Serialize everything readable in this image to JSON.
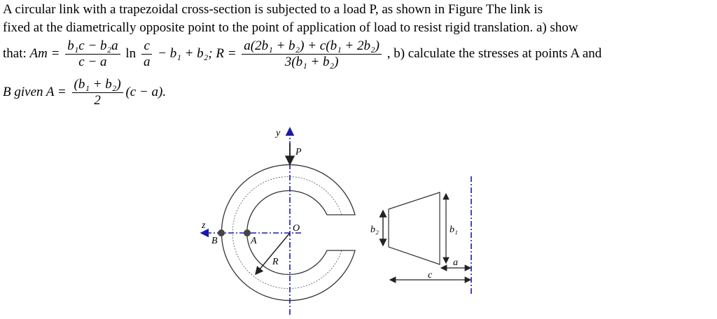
{
  "problem": {
    "line1": "A circular link with a trapezoidal cross-section is subjected to a load P, as shown in Figure    The link is",
    "line2": "fixed at the diametrically opposite point to the point of application of load to resist rigid translation. a) show",
    "that_label": "that:",
    "am": "Am =",
    "am_num": "b₁c − b₂a",
    "am_den": "c − a",
    "ln": "ln",
    "ln_num": "c",
    "ln_den": "a",
    "am_tail": "− b₁ + b₂;  R =",
    "r_num": "a(2b₁ + b₂) + c(b₁ + 2b₂)",
    "r_den": "3(b₁ + b₂)",
    "part_b": ", b) calculate the stresses at points A and",
    "given": "B given A =",
    "a_num": "(b₁ + b₂)",
    "a_den": "2",
    "a_tail": "(c − a)."
  },
  "figure": {
    "labels": {
      "y": "y",
      "z": "z",
      "P": "P",
      "O": "O",
      "A": "A",
      "B": "B",
      "R": "R",
      "b1": "b₁",
      "b2": "b₂",
      "a": "a",
      "c": "c"
    },
    "colors": {
      "axis": "#1a1aa8",
      "line": "#333333"
    }
  }
}
